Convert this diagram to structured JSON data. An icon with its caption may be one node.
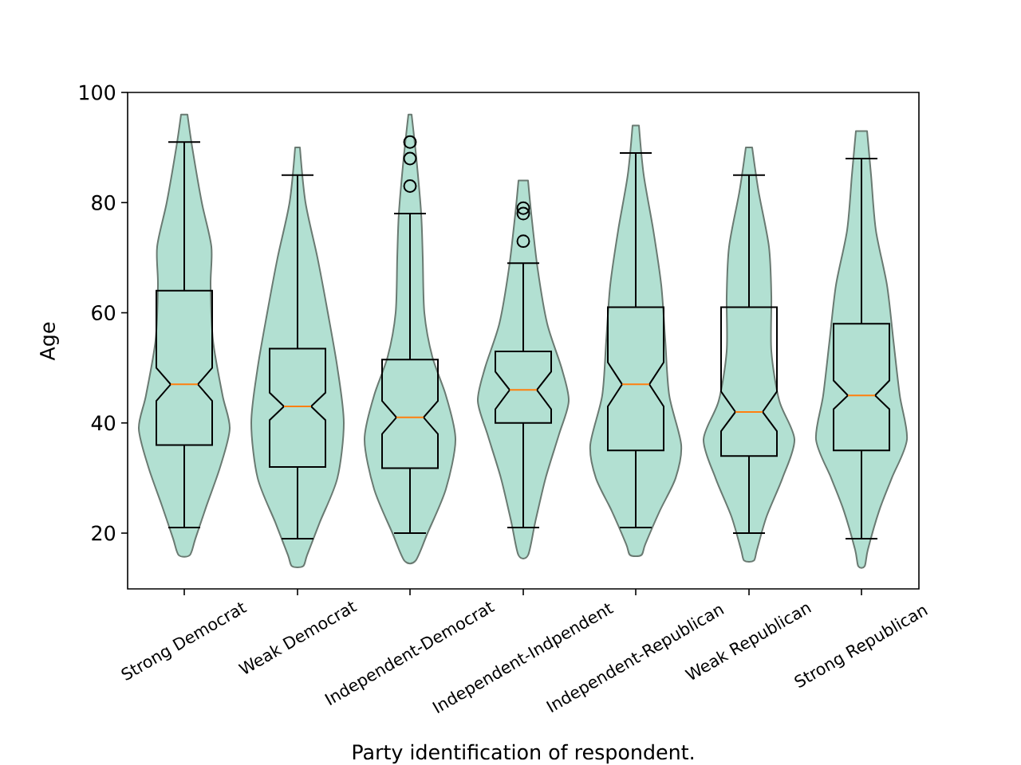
{
  "diagram": {
    "labels": [
      "100",
      "80",
      "60",
      "40",
      "20",
      "Age",
      "Strong Democrat",
      "Weak Democrat",
      "Independent-Democrat",
      "Independent-Indpendent",
      "Independent-Republican",
      "Weak Republican",
      "Strong Republican",
      "Party identification of respondent."
    ]
  }
}
